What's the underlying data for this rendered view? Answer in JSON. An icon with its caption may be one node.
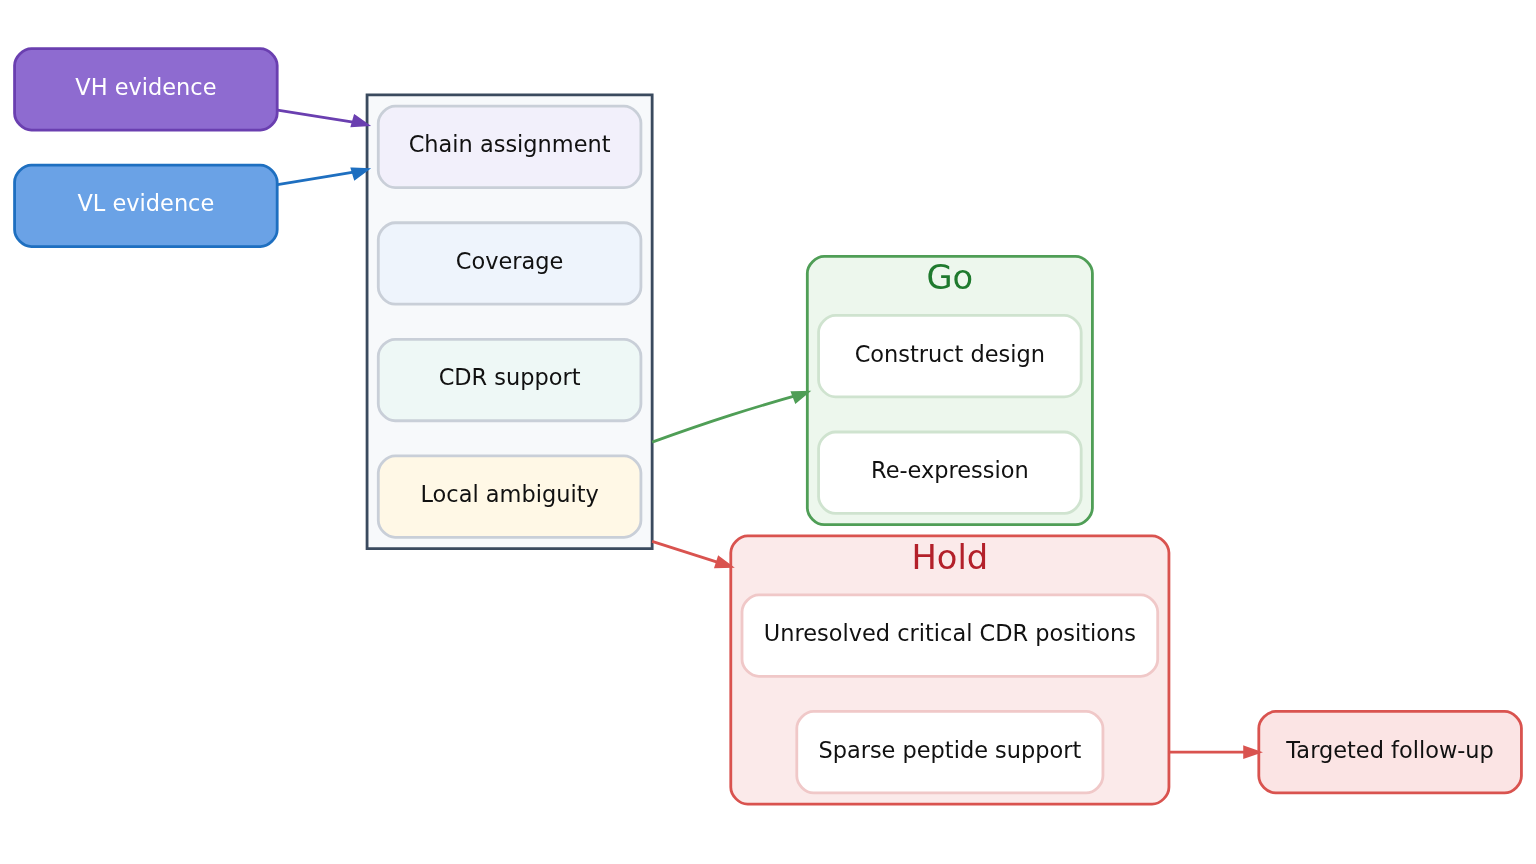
{
  "diagram": {
    "nodes": [
      {
        "text": [
          "VH evidence"
        ]
      },
      {
        "text": [
          "VL evidence"
        ]
      },
      {
        "text": [],
        "shape": "box"
      },
      {
        "text": [
          "Chain assignment"
        ],
        "in": 2
      },
      {
        "text": [
          "Coverage"
        ],
        "in": 2
      },
      {
        "text": [
          "CDR support"
        ],
        "in": 2
      },
      {
        "text": [
          "Local ambiguity"
        ],
        "in": 2
      },
      {
        "text": [
          "Go"
        ]
      },
      {
        "text": [
          "Construct design"
        ],
        "in": 7
      },
      {
        "text": [
          "Re-expression"
        ],
        "in": 7
      },
      {
        "text": [
          "Hold"
        ]
      },
      {
        "text": [
          "Unresolved critical CDR positions"
        ],
        "in": 10
      },
      {
        "text": [
          "Sparse peptide support"
        ],
        "in": 10
      },
      {
        "text": [
          "Targeted follow-up"
        ]
      }
    ],
    "edges": [
      {
        "from": 0,
        "to": 2,
        "arrow": "to",
        "color": "#6a3fb0"
      },
      {
        "from": 1,
        "to": 2,
        "arrow": "to",
        "color": "#1e6fc0"
      },
      {
        "from": 2,
        "to": 7,
        "arrow": "to",
        "color": "#4f9e56"
      },
      {
        "from": 2,
        "to": 10,
        "arrow": "to",
        "color": "#d9534f"
      },
      {
        "from": 10,
        "to": 13,
        "arrow": "to",
        "color": "#d9534f"
      }
    ]
  }
}
